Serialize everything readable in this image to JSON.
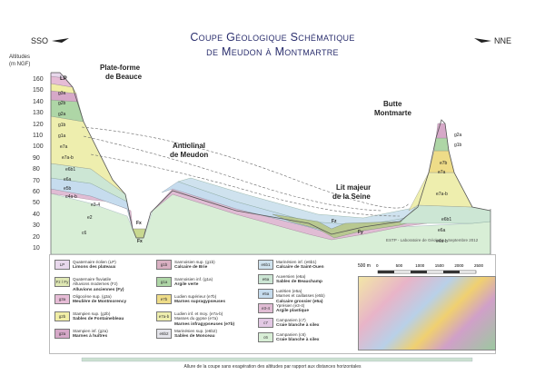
{
  "title": {
    "line1": "Coupe Géologique Schématique",
    "line2": "de Meudon à Montmartre"
  },
  "dir_left": "SSO",
  "dir_right": "NNE",
  "axis": {
    "title": "Altitudes",
    "unit": "(m NGF)",
    "ticks": [
      160,
      150,
      140,
      130,
      120,
      110,
      100,
      90,
      80,
      70,
      60,
      50,
      40,
      30,
      20,
      10
    ]
  },
  "labels": {
    "plateforme": "Plate-forme",
    "beauce": "de Beauce",
    "anticlinal": "Anticlinal",
    "meudon": "de Meudon",
    "lit": "Lit majeur",
    "seine": "de la Seine",
    "butte": "Butte",
    "montmartre": "Montmarte",
    "lp": "LP"
  },
  "layer_codes": {
    "left": [
      "g3a",
      "g2b",
      "g2a",
      "g1b",
      "g1a",
      "e7a",
      "e7a-b",
      "e6b1",
      "e6a",
      "e5b",
      "e4a-b",
      "e3-4",
      "e2",
      "c6"
    ],
    "right": [
      "g2a",
      "g1b",
      "e7b",
      "e7a",
      "e7a-b",
      "e6b1",
      "e6a",
      "e4a-b"
    ],
    "fx": "Fx",
    "fy": "Fy",
    "fz": "Fz"
  },
  "credit": "ESTP - Laboratoire de Géologie - Septembre 2012",
  "scale": {
    "label": "500 m",
    "ticks": [
      "0",
      "500",
      "1000",
      "1500",
      "2000",
      "2500"
    ]
  },
  "legend": [
    {
      "code": "LP",
      "color": "#e8d8ec",
      "lines": [
        "Quaternaire éolien (LP)",
        "Limons des plateaux"
      ]
    },
    {
      "code": "Fz / Fy",
      "color": "#dfe8b4",
      "lines": [
        "Quaternaire fluviatile",
        "Alluvions modernes (Fz)",
        "Alluvions anciennes (Fy)"
      ]
    },
    {
      "code": "g3a",
      "color": "#e6bcd6",
      "lines": [
        "Oligocène sup. (g3a)",
        "Meulière de Montmorency"
      ]
    },
    {
      "code": "g2b",
      "color": "#f1eea6",
      "lines": [
        "Stampien sup. (g2b)",
        "Sables de Fontainebleau"
      ]
    },
    {
      "code": "g2a",
      "color": "#d6a8c8",
      "lines": [
        "Stampien inf. (g2a)",
        "Marnes à huîtres"
      ]
    },
    {
      "code": "g1b",
      "color": "#d9b0c2",
      "lines": [
        "Sannoisien sup. (g1b)",
        "Calcaire de Brie"
      ]
    },
    {
      "code": "g1a",
      "color": "#aed6a6",
      "lines": [
        "Sannoisien inf. (g1a)",
        "Argile verte"
      ]
    },
    {
      "code": "e7b",
      "color": "#eedc88",
      "lines": [
        "Ludien supérieur (e7b)",
        "Marnes supragypseuses"
      ]
    },
    {
      "code": "e7a-b",
      "color": "#eeeeae",
      "lines": [
        "Ludien inf. et moy. (e7a-b)",
        "Masses du gypse (e7a)",
        "Marnes infragypseuses (e7b)"
      ]
    },
    {
      "code": "e6b2",
      "color": "#e4e4ea",
      "lines": [
        "Marinésien sup. (e6b2)",
        "Sables de Monceau"
      ]
    },
    {
      "code": "e6b1",
      "color": "#cfe2ee",
      "lines": [
        "Marinésien inf. (e6b1)",
        "Calcaire de Saint-Ouen"
      ]
    },
    {
      "code": "e6a",
      "color": "#cce6d4",
      "lines": [
        "Auversien (e6a)",
        "Sables de Beauchamp"
      ]
    },
    {
      "code": "e5a",
      "color": "#c6dcee",
      "lines": [
        "Lutétien (e5a)",
        "Marnes et caillasses (e5b)",
        "Calcaire grossier (e5a)"
      ]
    },
    {
      "code": "e3-4",
      "color": "#e0bcd4",
      "lines": [
        "Yprésien (e3-4)",
        "Argile plastique"
      ]
    },
    {
      "code": "c7",
      "color": "#e2c8e4",
      "lines": [
        "Campanien (c7)",
        "Craie blanche à silex"
      ]
    },
    {
      "code": "c6",
      "color": "#d8eed6",
      "lines": [
        "Campanien (c6)",
        "Craie blanche à silex"
      ]
    }
  ],
  "footer": "Allure de la coupe sans exagération des altitudes par rapport aux distances horizontales"
}
